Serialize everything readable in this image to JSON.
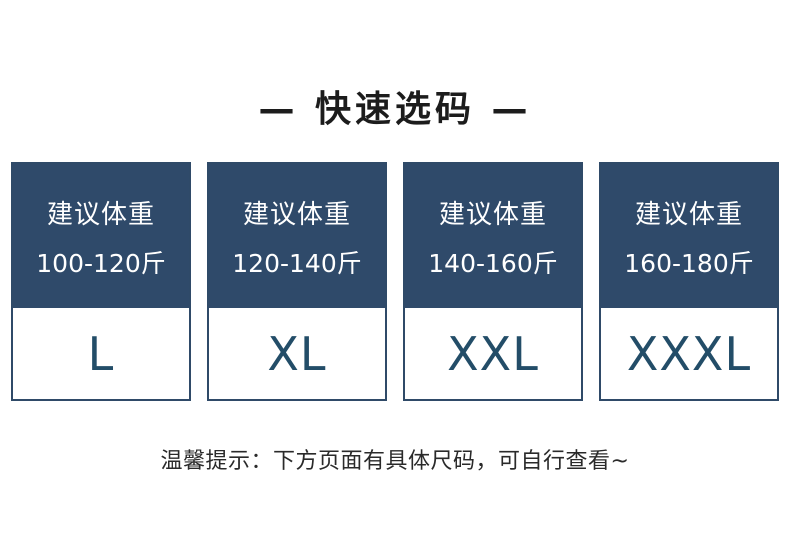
{
  "title": "— 快速选码 —",
  "cards": [
    {
      "label": "建议体重",
      "range": "100-120斤",
      "size": "L"
    },
    {
      "label": "建议体重",
      "range": "120-140斤",
      "size": "XL"
    },
    {
      "label": "建议体重",
      "range": "140-160斤",
      "size": "XXL"
    },
    {
      "label": "建议体重",
      "range": "160-180斤",
      "size": "XXXL"
    }
  ],
  "tip": "温馨提示：下方页面有具体尺码，可自行查看~",
  "colors": {
    "card_header": "#2f4a6a",
    "card_border": "#2f4a68",
    "size_text": "#234d68"
  }
}
